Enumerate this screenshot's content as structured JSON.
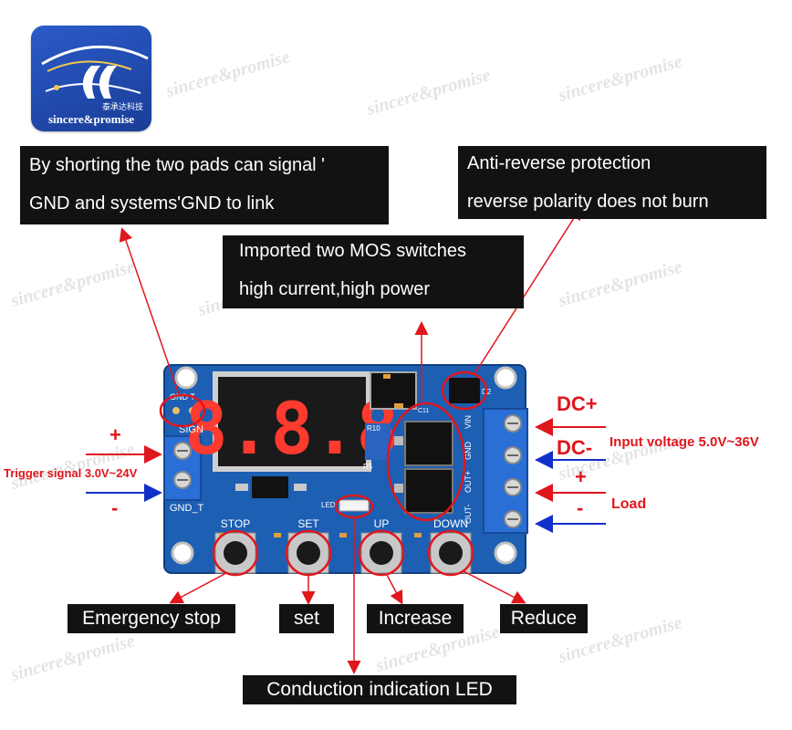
{
  "logo": {
    "brand": "sincere&promise",
    "cn": "泰承达科技",
    "icon": "sp-logo-icon"
  },
  "watermark": "sincere&promise",
  "labels": {
    "pads": {
      "line1": "By shorting the two pads can signal '",
      "line2": "GND and systems'GND to link"
    },
    "antireverse": {
      "line1": "Anti-reverse protection",
      "line2": "reverse polarity does not burn"
    },
    "mos": {
      "line1": "Imported two MOS switches",
      "line2": "high current,high power"
    },
    "emergency": "Emergency stop",
    "set": "set",
    "increase": "Increase",
    "reduce": "Reduce",
    "led": "Conduction indication LED"
  },
  "right_side": {
    "dc_plus": "DC+",
    "dc_minus": "DC-",
    "input_voltage": "Input voltage 5.0V~36V",
    "plus": "+",
    "minus": "-",
    "load": "Load"
  },
  "left_side": {
    "plus": "+",
    "trigger": "Trigger signal 3.0V~24V",
    "minus": "-"
  },
  "board": {
    "display": "8.8.8",
    "sign": "SIGN",
    "gnd_t": "GND_T",
    "gnd_pads": "GND T",
    "led": "LED",
    "buttons": [
      "STOP",
      "SET",
      "UP",
      "DOWN"
    ],
    "terminal_labels": [
      "VIN",
      "GND",
      "OUT+",
      "OUT-"
    ],
    "d2": "D2",
    "r10": "R10",
    "r5": "R5",
    "c11": "C11"
  },
  "colors": {
    "accent_red": "#e0161d",
    "arrow_blue": "#1230c8",
    "pcb_blue": "#1d5fb3",
    "label_bg": "#121212"
  }
}
